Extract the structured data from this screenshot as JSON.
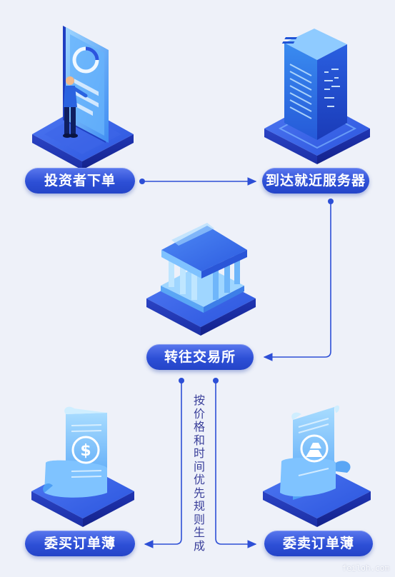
{
  "nodes": {
    "investor": "投资者下单",
    "server": "到达就近服务器",
    "exchange": "转往交易所",
    "buy_book": "委买订单薄",
    "sell_book": "委卖订单薄"
  },
  "rule_label": "按价格和时间优先规则生成",
  "watermark": "feiloh.com",
  "colors": {
    "background": "#eef1f9",
    "pill": "#2d4fd6",
    "arrow": "#2d4fd6",
    "platform": "#2b4bd0"
  }
}
